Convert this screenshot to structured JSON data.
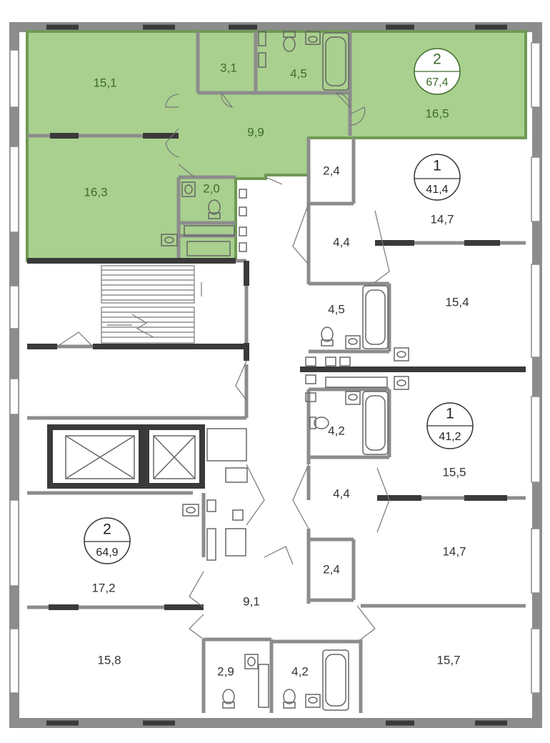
{
  "colors": {
    "wall": "#8c8c8c",
    "wall_dark": "#3a3a3a",
    "highlight_fill": "#a9d08e",
    "highlight_outline": "#6f9a55",
    "fixture": "#666666"
  },
  "apartments": [
    {
      "rooms": "2",
      "area": "67,4",
      "selected": true
    },
    {
      "rooms": "1",
      "area": "41,4",
      "selected": false
    },
    {
      "rooms": "1",
      "area": "41,2",
      "selected": false
    },
    {
      "rooms": "2",
      "area": "64,9",
      "selected": false
    }
  ],
  "rooms": [
    {
      "area": "15,1",
      "highlighted": true
    },
    {
      "area": "3,1",
      "highlighted": true
    },
    {
      "area": "4,5",
      "highlighted": true
    },
    {
      "area": "16,5",
      "highlighted": true
    },
    {
      "area": "9,9",
      "highlighted": true
    },
    {
      "area": "16,3",
      "highlighted": true
    },
    {
      "area": "2,0",
      "highlighted": true
    },
    {
      "area": "2,4",
      "highlighted": false
    },
    {
      "area": "14,7",
      "highlighted": false
    },
    {
      "area": "4,4",
      "highlighted": false
    },
    {
      "area": "4,5",
      "highlighted": false
    },
    {
      "area": "15,4",
      "highlighted": false
    },
    {
      "area": "4,2",
      "highlighted": false
    },
    {
      "area": "15,5",
      "highlighted": false
    },
    {
      "area": "4,4",
      "highlighted": false
    },
    {
      "area": "14,7",
      "highlighted": false
    },
    {
      "area": "2,4",
      "highlighted": false
    },
    {
      "area": "17,2",
      "highlighted": false
    },
    {
      "area": "9,1",
      "highlighted": false
    },
    {
      "area": "15,8",
      "highlighted": false
    },
    {
      "area": "2,9",
      "highlighted": false
    },
    {
      "area": "4,2",
      "highlighted": false
    },
    {
      "area": "15,7",
      "highlighted": false
    }
  ]
}
